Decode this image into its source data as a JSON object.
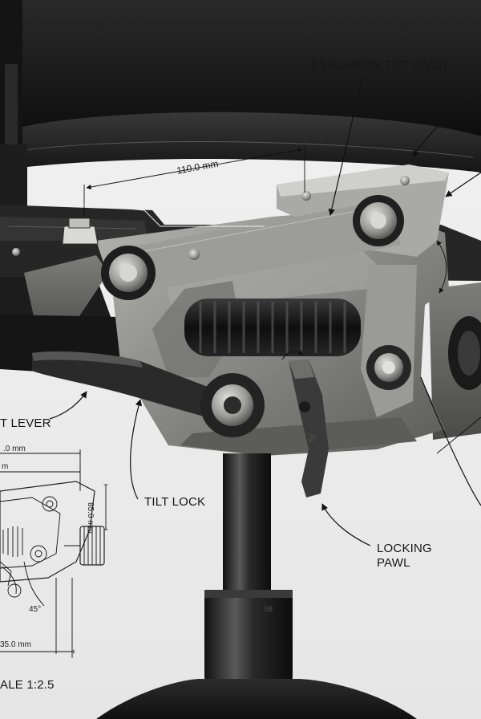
{
  "labels": {
    "synchron_tilt_pivot": "SYNCHRON TILT PIVOT",
    "tilt_lock": "TILT LOCK",
    "locking_pawl_line1": "LOCKING",
    "locking_pawl_line2": "PAWL",
    "lever_fragment": "T LEVER"
  },
  "dimensions": {
    "main_width": "110.0 mm",
    "inset_top": ".0 mm",
    "inset_second": "m",
    "inset_height": "85.0 mm",
    "inset_angle": "45°",
    "inset_bottom": "35.0 mm"
  },
  "scale_text": "ALE 1:2.5",
  "stamp_text": "58",
  "pawl_mark": "55",
  "colors": {
    "background": "#ededed",
    "upholstery": "#1b1b1b",
    "metal": "#8e8e8a",
    "ink": "#111111"
  }
}
